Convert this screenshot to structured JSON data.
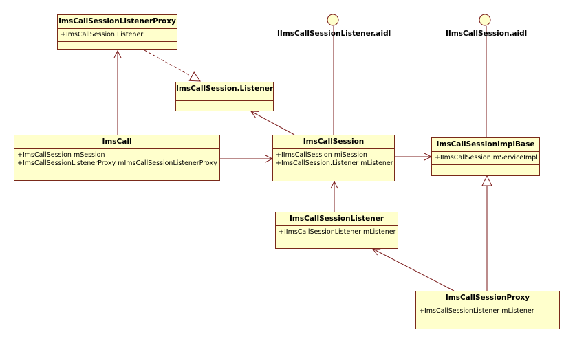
{
  "colors": {
    "box_fill": "#ffffcc",
    "box_border": "#7a2a1a",
    "line": "#7a1a1a",
    "interface_fill": "#ffffcc"
  },
  "classes": {
    "listener_proxy": {
      "name": "ImsCallSessionListenerProxy",
      "attrs": [
        "+ImsCallSession.Listener"
      ]
    },
    "session_listener": {
      "name": "ImsCallSession.Listener",
      "attrs": []
    },
    "imscall": {
      "name": "ImsCall",
      "attrs": [
        "+ImsCallSession mSession",
        "+ImsCallSessionListenerProxy mImsCallSessionListenerProxy"
      ]
    },
    "imscallsession": {
      "name": "ImsCallSession",
      "attrs": [
        "+IImsCallSession miSession",
        "+ImsCallSession.Listener mListener"
      ]
    },
    "impl_base": {
      "name": "ImsCallSessionImplBase",
      "attrs": [
        "+IImsCallSession mServiceImpl"
      ]
    },
    "callsession_listener": {
      "name": "ImsCallSessionListener",
      "attrs": [
        "+IImsCallSessionListener mListener"
      ]
    },
    "callsession_proxy": {
      "name": "ImsCallSessionProxy",
      "attrs": [
        "+ImsCallSessionListener mListener"
      ]
    }
  },
  "interfaces": {
    "listener_aidl": "IImsCallSessionListener.aidl",
    "session_aidl": "IImsCallSession.aidl"
  }
}
